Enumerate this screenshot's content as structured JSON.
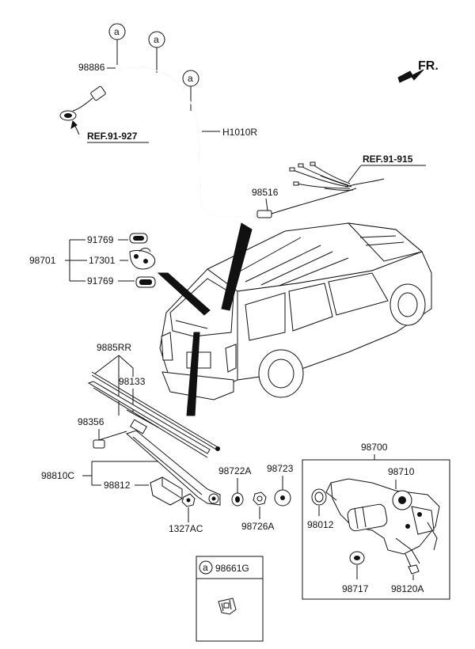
{
  "labels": {
    "p98886": "98886",
    "h1010r": "H1010R",
    "ref91927": "REF.91-927",
    "ref91915": "REF.91-915",
    "p98516": "98516",
    "p98701": "98701",
    "p91769a": "91769",
    "p17301": "17301",
    "p91769b": "91769",
    "p9885rr": "9885RR",
    "p98133": "98133",
    "p98356": "98356",
    "p98810c": "98810C",
    "p98812": "98812",
    "p1327ac": "1327AC",
    "p98722a": "98722A",
    "p98726a": "98726A",
    "p98723": "98723",
    "p98700": "98700",
    "p98710": "98710",
    "p98012": "98012",
    "p98717": "98717",
    "p98120a": "98120A",
    "p98661g": "98661G",
    "fr": "FR."
  },
  "callout_letter": "a"
}
